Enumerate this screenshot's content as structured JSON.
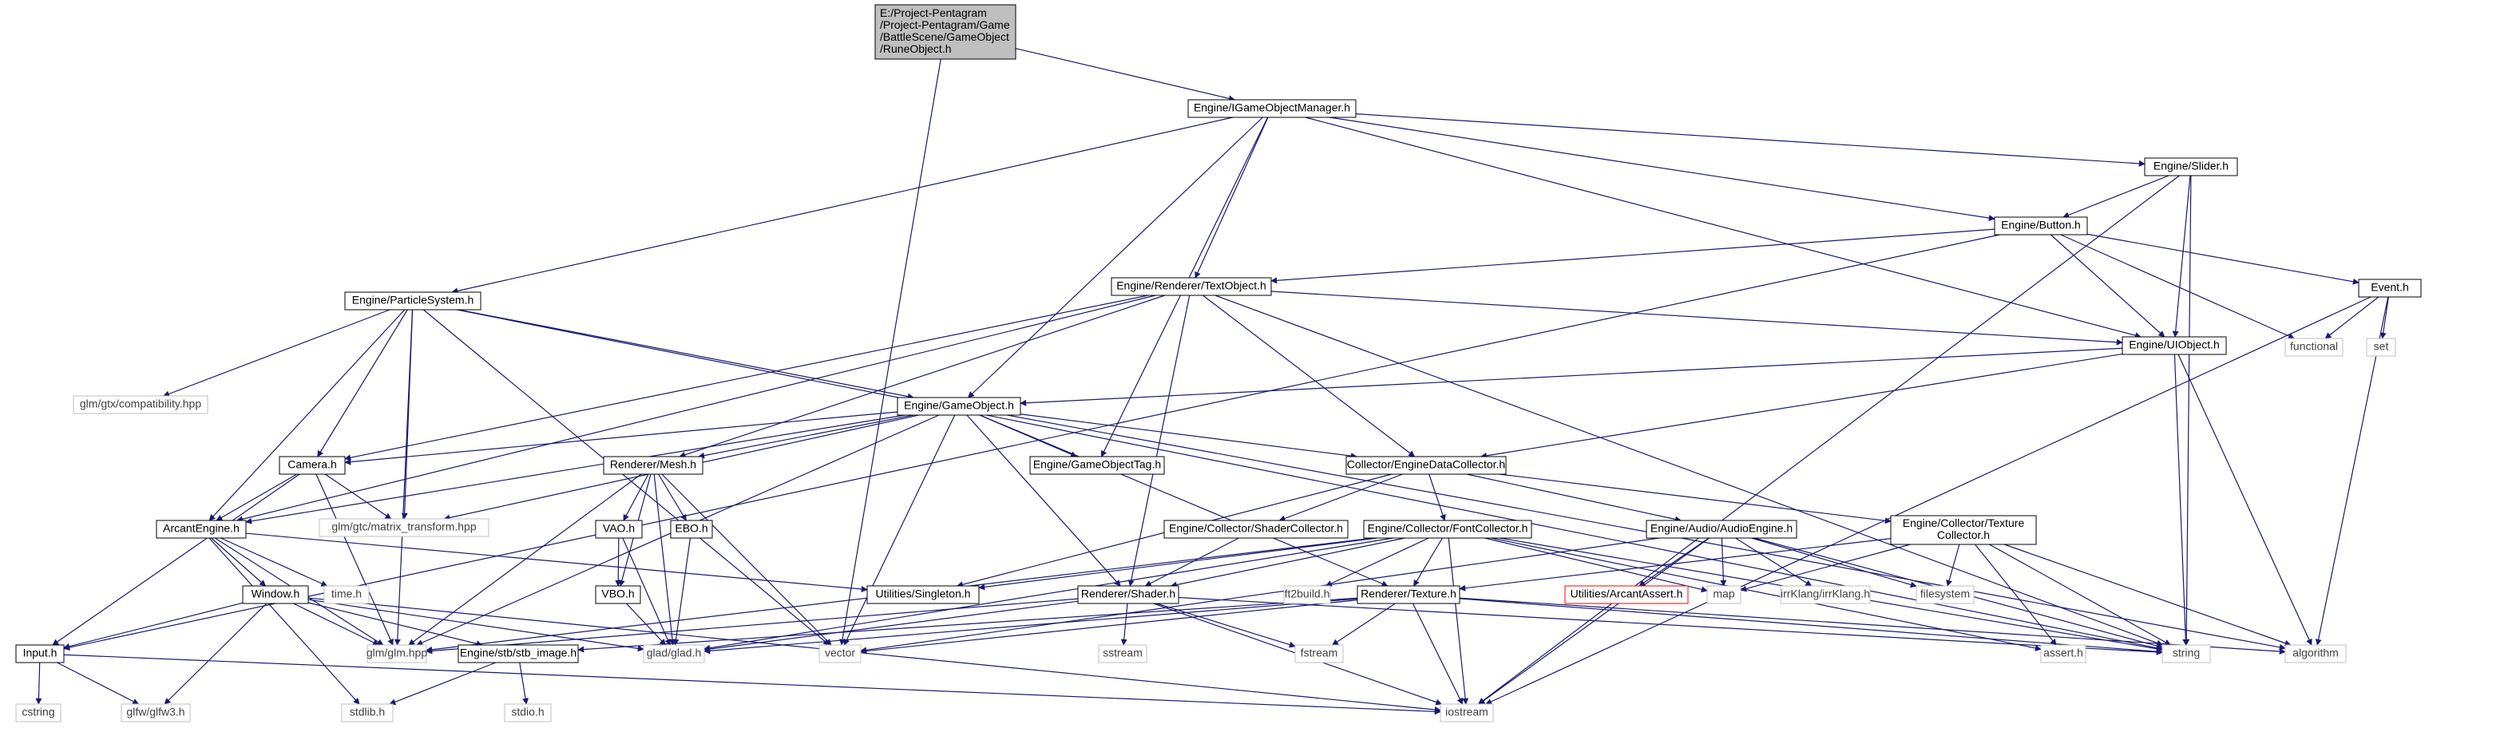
{
  "colors": {
    "edge": "#191970",
    "node_border": "#000000",
    "node_fill": "#ffffff",
    "system_border": "#bfbfbf",
    "system_text": "#404040",
    "current_fill": "#bfbfbf",
    "missing_border": "#ff0000"
  },
  "nodes": [
    {
      "id": "rune",
      "lines": [
        "E:/Project-Pentagram",
        "/Project-Pentagram/Game",
        "/BattleScene/GameObject",
        "/RuneObject.h"
      ],
      "kind": "current"
    },
    {
      "id": "igom",
      "lines": [
        "Engine/IGameObjectManager.h"
      ],
      "kind": "normal"
    },
    {
      "id": "slider",
      "lines": [
        "Engine/Slider.h"
      ],
      "kind": "normal"
    },
    {
      "id": "button",
      "lines": [
        "Engine/Button.h"
      ],
      "kind": "normal"
    },
    {
      "id": "textobj",
      "lines": [
        "Engine/Renderer/TextObject.h"
      ],
      "kind": "normal"
    },
    {
      "id": "event",
      "lines": [
        "Event.h"
      ],
      "kind": "normal"
    },
    {
      "id": "particle",
      "lines": [
        "Engine/ParticleSystem.h"
      ],
      "kind": "normal"
    },
    {
      "id": "uiobject",
      "lines": [
        "Engine/UIObject.h"
      ],
      "kind": "normal"
    },
    {
      "id": "functional",
      "lines": [
        "functional"
      ],
      "kind": "system"
    },
    {
      "id": "set",
      "lines": [
        "set"
      ],
      "kind": "system"
    },
    {
      "id": "glmcompat",
      "lines": [
        "glm/gtx/compatibility.hpp"
      ],
      "kind": "system"
    },
    {
      "id": "gameobject",
      "lines": [
        "Engine/GameObject.h"
      ],
      "kind": "normal"
    },
    {
      "id": "camera",
      "lines": [
        "Camera.h"
      ],
      "kind": "normal"
    },
    {
      "id": "mesh",
      "lines": [
        "Renderer/Mesh.h"
      ],
      "kind": "normal"
    },
    {
      "id": "gotag",
      "lines": [
        "Engine/GameObjectTag.h"
      ],
      "kind": "normal"
    },
    {
      "id": "edc",
      "lines": [
        "Collector/EngineDataCollector.h"
      ],
      "kind": "normal"
    },
    {
      "id": "glmmat",
      "lines": [
        "glm/gtc/matrix_transform.hpp"
      ],
      "kind": "system"
    },
    {
      "id": "arcant",
      "lines": [
        "ArcantEngine.h"
      ],
      "kind": "normal"
    },
    {
      "id": "vao",
      "lines": [
        "VAO.h"
      ],
      "kind": "normal"
    },
    {
      "id": "ebo",
      "lines": [
        "EBO.h"
      ],
      "kind": "normal"
    },
    {
      "id": "shadercol",
      "lines": [
        "Engine/Collector/ShaderCollector.h"
      ],
      "kind": "normal"
    },
    {
      "id": "fontcol",
      "lines": [
        "Engine/Collector/FontCollector.h"
      ],
      "kind": "normal"
    },
    {
      "id": "audio",
      "lines": [
        "Engine/Audio/AudioEngine.h"
      ],
      "kind": "normal"
    },
    {
      "id": "texcol",
      "lines": [
        "Engine/Collector/Texture",
        "Collector.h"
      ],
      "kind": "normal"
    },
    {
      "id": "window",
      "lines": [
        "Window.h"
      ],
      "kind": "normal"
    },
    {
      "id": "time",
      "lines": [
        "time.h"
      ],
      "kind": "system"
    },
    {
      "id": "vbo",
      "lines": [
        "VBO.h"
      ],
      "kind": "normal"
    },
    {
      "id": "singleton",
      "lines": [
        "Utilities/Singleton.h"
      ],
      "kind": "normal"
    },
    {
      "id": "shader",
      "lines": [
        "Renderer/Shader.h"
      ],
      "kind": "normal"
    },
    {
      "id": "ft2build",
      "lines": [
        "ft2build.h"
      ],
      "kind": "system"
    },
    {
      "id": "texture",
      "lines": [
        "Renderer/Texture.h"
      ],
      "kind": "normal"
    },
    {
      "id": "arcassert",
      "lines": [
        "Utilities/ArcantAssert.h"
      ],
      "kind": "missing"
    },
    {
      "id": "map",
      "lines": [
        "map"
      ],
      "kind": "system"
    },
    {
      "id": "irrklang",
      "lines": [
        "irrKlang/irrKlang.h"
      ],
      "kind": "system"
    },
    {
      "id": "filesystem",
      "lines": [
        "filesystem"
      ],
      "kind": "system"
    },
    {
      "id": "input",
      "lines": [
        "Input.h"
      ],
      "kind": "normal"
    },
    {
      "id": "glmhpp",
      "lines": [
        "glm/glm.hpp"
      ],
      "kind": "system"
    },
    {
      "id": "stbimage",
      "lines": [
        "Engine/stb/stb_image.h"
      ],
      "kind": "normal"
    },
    {
      "id": "glad",
      "lines": [
        "glad/glad.h"
      ],
      "kind": "system"
    },
    {
      "id": "vector",
      "lines": [
        "vector"
      ],
      "kind": "system"
    },
    {
      "id": "sstream",
      "lines": [
        "sstream"
      ],
      "kind": "system"
    },
    {
      "id": "fstream",
      "lines": [
        "fstream"
      ],
      "kind": "system"
    },
    {
      "id": "asserth",
      "lines": [
        "assert.h"
      ],
      "kind": "system"
    },
    {
      "id": "string",
      "lines": [
        "string"
      ],
      "kind": "system"
    },
    {
      "id": "algorithm",
      "lines": [
        "algorithm"
      ],
      "kind": "system"
    },
    {
      "id": "cstring",
      "lines": [
        "cstring"
      ],
      "kind": "system"
    },
    {
      "id": "glfw",
      "lines": [
        "glfw/glfw3.h"
      ],
      "kind": "system"
    },
    {
      "id": "stdlib",
      "lines": [
        "stdlib.h"
      ],
      "kind": "system"
    },
    {
      "id": "stdio",
      "lines": [
        "stdio.h"
      ],
      "kind": "system"
    },
    {
      "id": "iostream",
      "lines": [
        "iostream"
      ],
      "kind": "system"
    }
  ],
  "edges": [
    [
      "rune",
      "igom"
    ],
    [
      "rune",
      "vector"
    ],
    [
      "igom",
      "slider"
    ],
    [
      "igom",
      "button"
    ],
    [
      "igom",
      "textobj"
    ],
    [
      "igom",
      "particle"
    ],
    [
      "igom",
      "uiobject"
    ],
    [
      "igom",
      "gameobject"
    ],
    [
      "igom",
      "gotag"
    ],
    [
      "slider",
      "button"
    ],
    [
      "slider",
      "uiobject"
    ],
    [
      "slider",
      "string"
    ],
    [
      "slider",
      "iostream"
    ],
    [
      "button",
      "textobj"
    ],
    [
      "button",
      "uiobject"
    ],
    [
      "button",
      "event"
    ],
    [
      "button",
      "functional"
    ],
    [
      "button",
      "input"
    ],
    [
      "event",
      "functional"
    ],
    [
      "event",
      "set"
    ],
    [
      "event",
      "algorithm"
    ],
    [
      "event",
      "iostream"
    ],
    [
      "textobj",
      "uiobject"
    ],
    [
      "textobj",
      "edc"
    ],
    [
      "textobj",
      "mesh"
    ],
    [
      "textobj",
      "shader"
    ],
    [
      "textobj",
      "camera"
    ],
    [
      "textobj",
      "arcant"
    ],
    [
      "textobj",
      "string"
    ],
    [
      "particle",
      "gameobject"
    ],
    [
      "particle",
      "glmcompat"
    ],
    [
      "particle",
      "camera"
    ],
    [
      "particle",
      "arcant"
    ],
    [
      "particle",
      "glmmat"
    ],
    [
      "particle",
      "vector"
    ],
    [
      "particle",
      "glmhpp"
    ],
    [
      "particle",
      "string"
    ],
    [
      "uiobject",
      "gameobject"
    ],
    [
      "uiobject",
      "edc"
    ],
    [
      "uiobject",
      "string"
    ],
    [
      "uiobject",
      "algorithm"
    ],
    [
      "gameobject",
      "camera"
    ],
    [
      "gameobject",
      "mesh"
    ],
    [
      "gameobject",
      "gotag"
    ],
    [
      "gameobject",
      "edc"
    ],
    [
      "gameobject",
      "arcant"
    ],
    [
      "gameobject",
      "glmmat"
    ],
    [
      "gameobject",
      "shader"
    ],
    [
      "gameobject",
      "texture"
    ],
    [
      "gameobject",
      "vector"
    ],
    [
      "gameobject",
      "glmhpp"
    ],
    [
      "gameobject",
      "algorithm"
    ],
    [
      "camera",
      "arcant"
    ],
    [
      "camera",
      "glmmat"
    ],
    [
      "camera",
      "glmhpp"
    ],
    [
      "camera",
      "input"
    ],
    [
      "mesh",
      "vao"
    ],
    [
      "mesh",
      "ebo"
    ],
    [
      "mesh",
      "vbo"
    ],
    [
      "mesh",
      "glad"
    ],
    [
      "mesh",
      "vector"
    ],
    [
      "mesh",
      "glmhpp"
    ],
    [
      "edc",
      "shadercol"
    ],
    [
      "edc",
      "fontcol"
    ],
    [
      "edc",
      "audio"
    ],
    [
      "edc",
      "texcol"
    ],
    [
      "edc",
      "singleton"
    ],
    [
      "arcant",
      "window"
    ],
    [
      "arcant",
      "time"
    ],
    [
      "arcant",
      "singleton"
    ],
    [
      "arcant",
      "stdlib"
    ],
    [
      "arcant",
      "glmhpp"
    ],
    [
      "vao",
      "vbo"
    ],
    [
      "vao",
      "glad"
    ],
    [
      "ebo",
      "glad"
    ],
    [
      "vbo",
      "glad"
    ],
    [
      "shadercol",
      "shader"
    ],
    [
      "fontcol",
      "shader"
    ],
    [
      "fontcol",
      "texture"
    ],
    [
      "fontcol",
      "singleton"
    ],
    [
      "fontcol",
      "ft2build"
    ],
    [
      "fontcol",
      "map"
    ],
    [
      "fontcol",
      "glad"
    ],
    [
      "fontcol",
      "glmhpp"
    ],
    [
      "fontcol",
      "string"
    ],
    [
      "fontcol",
      "iostream"
    ],
    [
      "fontcol",
      "asserth"
    ],
    [
      "audio",
      "arcassert"
    ],
    [
      "audio",
      "map"
    ],
    [
      "audio",
      "irrklang"
    ],
    [
      "audio",
      "filesystem"
    ],
    [
      "audio",
      "string"
    ],
    [
      "audio",
      "vector"
    ],
    [
      "audio",
      "iostream"
    ],
    [
      "texcol",
      "texture"
    ],
    [
      "texcol",
      "map"
    ],
    [
      "texcol",
      "filesystem"
    ],
    [
      "texcol",
      "string"
    ],
    [
      "texcol",
      "asserth"
    ],
    [
      "texcol",
      "algorithm"
    ],
    [
      "window",
      "input"
    ],
    [
      "window",
      "glad"
    ],
    [
      "window",
      "glmhpp"
    ],
    [
      "window",
      "glfw"
    ],
    [
      "window",
      "stbimage"
    ],
    [
      "window",
      "iostream"
    ],
    [
      "shader",
      "glad"
    ],
    [
      "shader",
      "glmhpp"
    ],
    [
      "shader",
      "sstream"
    ],
    [
      "shader",
      "fstream"
    ],
    [
      "shader",
      "iostream"
    ],
    [
      "shader",
      "string"
    ],
    [
      "texture",
      "stbimage"
    ],
    [
      "texture",
      "glad"
    ],
    [
      "texture",
      "vector"
    ],
    [
      "texture",
      "fstream"
    ],
    [
      "texture",
      "iostream"
    ],
    [
      "texture",
      "string"
    ],
    [
      "texture",
      "algorithm"
    ],
    [
      "input",
      "cstring"
    ],
    [
      "input",
      "glfw"
    ],
    [
      "input",
      "iostream"
    ],
    [
      "stbimage",
      "stdlib"
    ],
    [
      "stbimage",
      "stdio"
    ]
  ]
}
